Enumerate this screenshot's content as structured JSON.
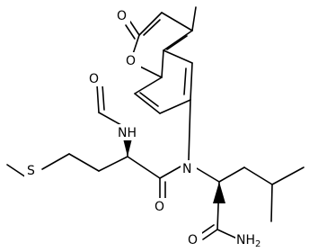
{
  "structure": {
    "atoms": {
      "coumarin_carbonyl_o": "O",
      "coumarin_ring_o": "O",
      "nh": "NH",
      "amide_n": "N",
      "sulfur": "S",
      "amide_carbonyl_o": "O",
      "terminal_carbonyl_o": "O",
      "nh2_n": "NH",
      "nh2_subscript": "2"
    },
    "colors": {
      "bonds": "#000000",
      "labels": "#000000",
      "background": "#ffffff"
    }
  }
}
